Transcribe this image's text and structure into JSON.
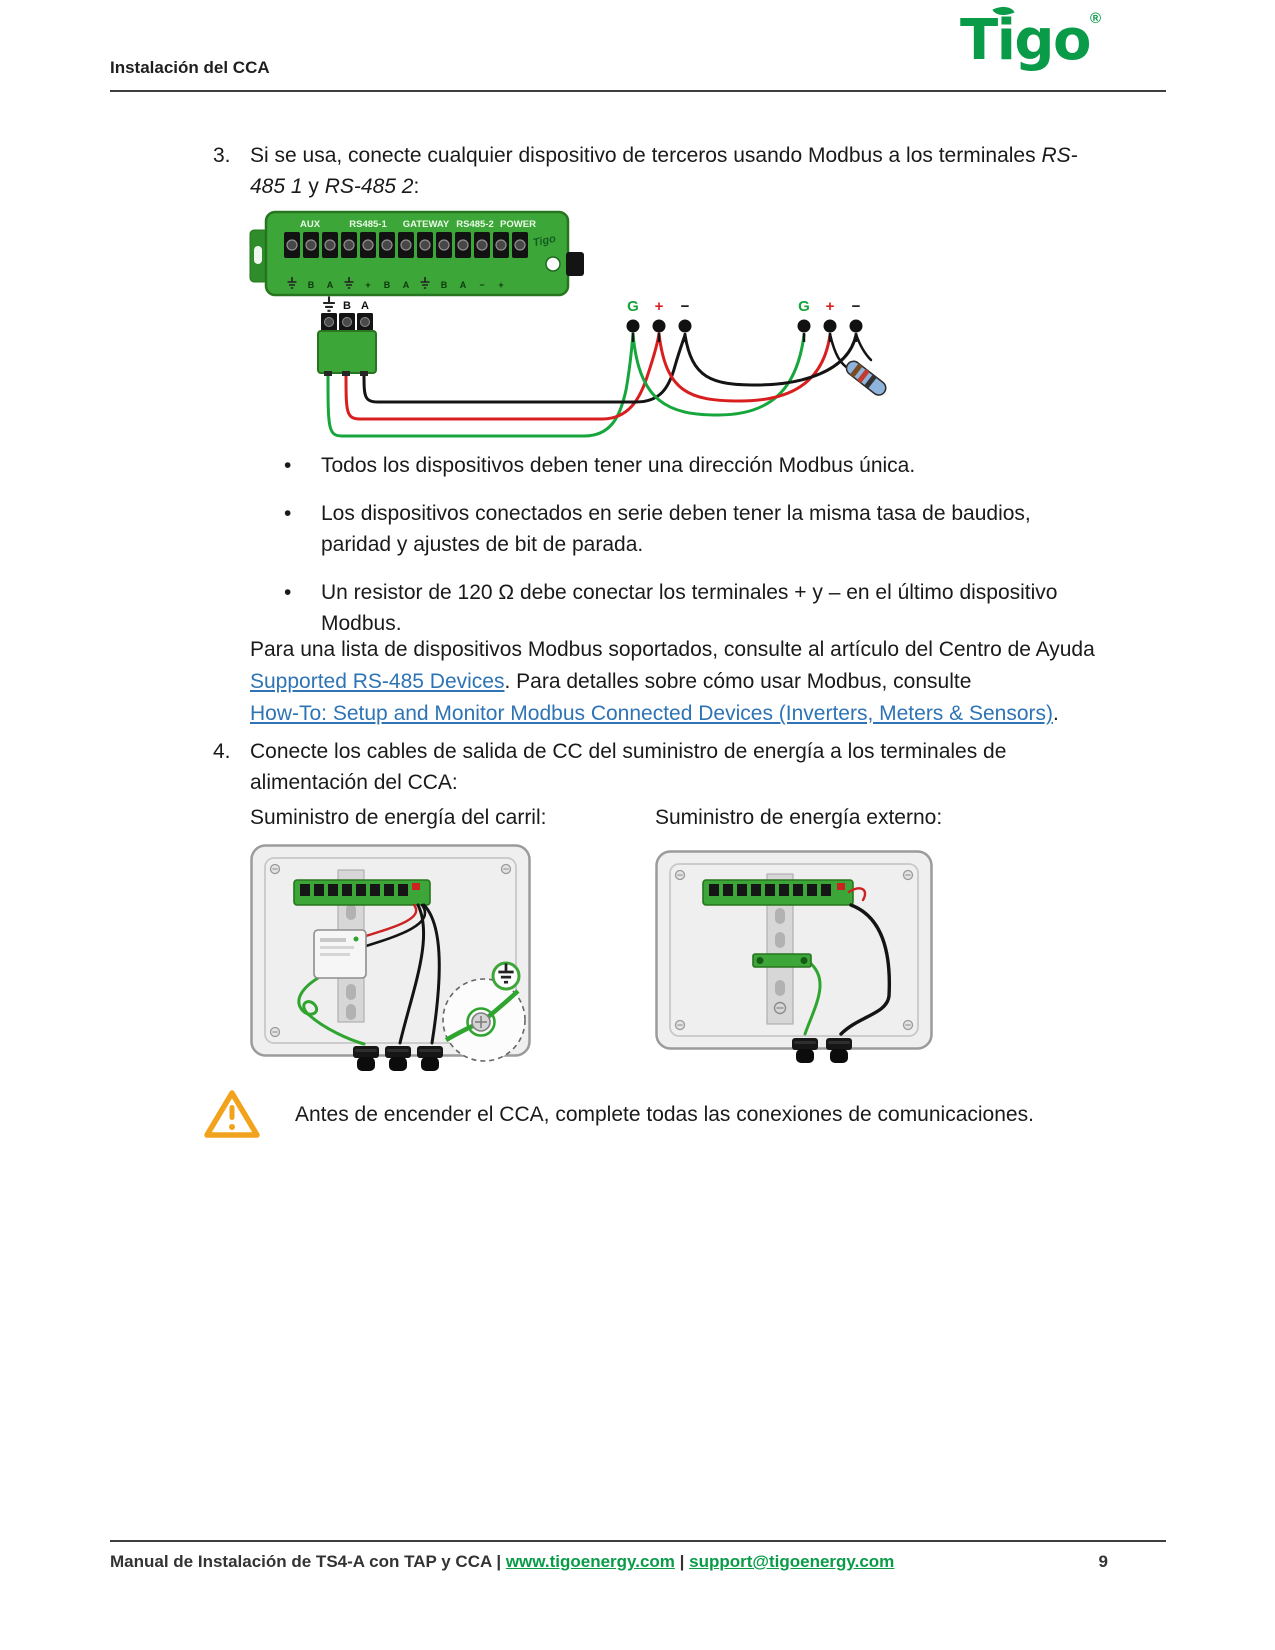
{
  "header": {
    "section_title": "Instalación del CCA",
    "logo": {
      "text": "Tigo",
      "reg": "®"
    }
  },
  "bullet_glyph": "•",
  "step3": {
    "number": "3.",
    "t1": "Si se usa, conecte cualquier dispositivo de terceros usando Modbus a los terminales ",
    "em1": "RS-485 1",
    "t2": " y ",
    "em2": "RS-485 2",
    "t3": ":"
  },
  "modbus_diagram": {
    "port_labels": [
      "AUX",
      "RS485-1",
      "GATEWAY",
      "RS485-2",
      "POWER"
    ],
    "device_logo": "Tigo",
    "pin_row": [
      "⏚",
      "B",
      "A",
      "⏚",
      "+",
      "B",
      "A",
      "⏚",
      "B",
      "A",
      "−",
      "+"
    ],
    "connector_pins": [
      "⏚",
      "B",
      "A"
    ],
    "terminal_set1": [
      "G",
      "+",
      "−"
    ],
    "terminal_set2": [
      "G",
      "+",
      "−"
    ]
  },
  "bullets": [
    {
      "text": "Todos los dispositivos deben tener una dirección Modbus única."
    },
    {
      "text": "Los dispositivos conectados en serie deben tener la misma tasa de baudios, paridad y ajustes de bit de parada."
    },
    {
      "text": "Un resistor de 120 Ω debe conectar los terminales + y – en el último dispositivo Modbus."
    }
  ],
  "support_paragraph": {
    "t1": "Para una lista de dispositivos Modbus soportados, consulte al artículo del Centro de Ayuda ",
    "link1": "Supported RS-485 Devices",
    "t2": ". Para detalles sobre cómo usar Modbus, consulte ",
    "link2": "How-To: Setup and Monitor Modbus Connected Devices (Inverters, Meters & Sensors)",
    "t3": "."
  },
  "step4": {
    "number": "4.",
    "text": "Conecte los cables de salida de CC del suministro de energía a los terminales de alimentación del CCA:"
  },
  "captions": {
    "rail": "Suministro de energía del carril:",
    "external": "Suministro de energía externo:"
  },
  "warning": {
    "text": "Antes de encender el CCA, complete todas las conexiones de comunicaciones."
  },
  "footer": {
    "t1": "Manual de Instalación de TS4-A con TAP y CCA | ",
    "link1": "www.tigoenergy.com",
    "t2": " | ",
    "link2": "support@tigoenergy.com",
    "page": "9"
  },
  "colors": {
    "brand_green": "#0a9b49",
    "device_green": "#3da639",
    "link_blue": "#2e74b5",
    "warning_amber": "#f2a31d"
  }
}
